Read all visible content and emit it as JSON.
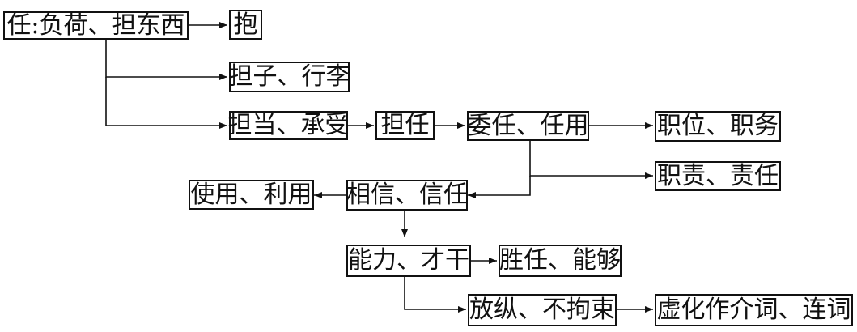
{
  "nodes": {
    "root": "任:负荷、担东西",
    "hold": "抱",
    "burden": "担子、行李",
    "undertake": "担当、承受",
    "assume": "担任",
    "appoint": "委任、任用",
    "post": "职位、职务",
    "responsibility": "职责、责任",
    "trust": "相信、信任",
    "use": "使用、利用",
    "ability": "能力、才干",
    "competent": "胜任、能够",
    "indulge": "放纵、不拘束",
    "conjunction": "虚化作介词、连词"
  }
}
